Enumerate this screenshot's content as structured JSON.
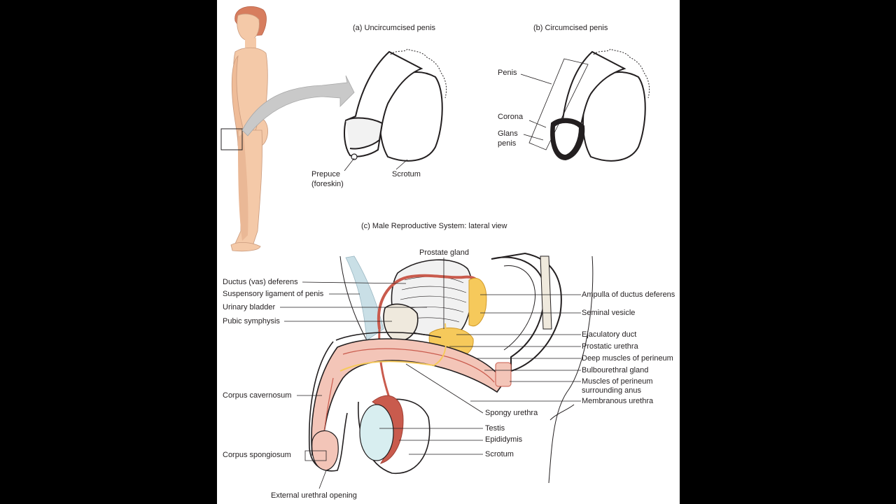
{
  "colors": {
    "background": "#000000",
    "panel": "#ffffff",
    "skin": "#f4c9a8",
    "hair": "#d77d5e",
    "tissue_red": "#c95b4d",
    "tissue_pink": "#f3c5b8",
    "gland_yellow": "#f6c95b",
    "bone": "#efe9dd",
    "testis_blue": "#d8eef0",
    "callout_arrow": "#c9c9c9",
    "text": "#231f20"
  },
  "icons": [
    "human-figure-illustration",
    "callout-arrow",
    "penis-illustration",
    "sagittal-section-illustration"
  ],
  "titles": {
    "a": "(a) Uncircumcised penis",
    "b": "(b) Circumcised penis",
    "c": "(c) Male Reproductive System: lateral view"
  },
  "labels_a": {
    "prepuce": "Prepuce",
    "foreskin": "(foreskin)",
    "scrotum": "Scrotum"
  },
  "labels_b": {
    "penis": "Penis",
    "corona": "Corona",
    "glans_1": "Glans",
    "glans_2": "penis"
  },
  "labels_c": {
    "prostate_gland": "Prostate gland",
    "left": [
      "Ductus (vas) deferens",
      "Suspensory ligament of penis",
      "Urinary bladder",
      "Pubic symphysis",
      "Corpus cavernosum",
      "Corpus spongiosum"
    ],
    "right": [
      "Ampulla of ductus deferens",
      "Seminal vesicle",
      "Ejaculatory duct",
      "Prostatic urethra",
      "Deep muscles of perineum",
      "Bulbourethral gland",
      "Muscles of perineum",
      "surrounding anus",
      "Membranous urethra"
    ],
    "middle": [
      "Spongy urethra",
      "Testis",
      "Epididymis",
      "Scrotum"
    ],
    "bottom": "External urethral opening"
  }
}
